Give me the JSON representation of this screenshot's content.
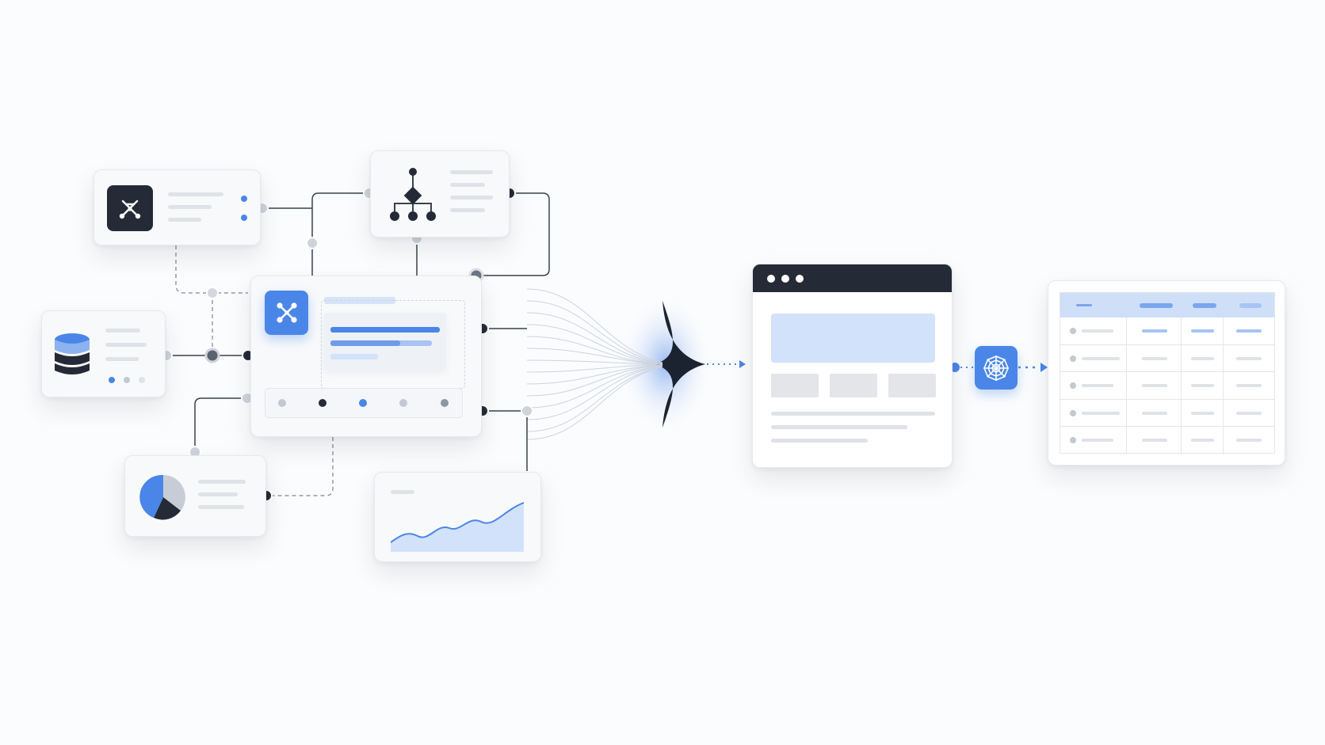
{
  "diagram": {
    "left_nodes": [
      {
        "name": "tools-card",
        "icon": "tools-icon"
      },
      {
        "name": "hierarchy-card",
        "icon": "hierarchy-icon"
      },
      {
        "name": "database-card",
        "icon": "database-icon"
      },
      {
        "name": "central-hub-card",
        "icon": "hub-icon"
      },
      {
        "name": "pie-chart-card",
        "icon": "pie-chart-icon"
      },
      {
        "name": "area-chart-card",
        "icon": "area-chart-icon"
      }
    ],
    "right_nodes": [
      {
        "name": "browser-window-card"
      },
      {
        "name": "web-node-tile",
        "icon": "web-icon"
      },
      {
        "name": "data-table-card",
        "rows": 5,
        "columns": 4
      }
    ],
    "colors": {
      "accent": "#4a86e8",
      "dark": "#252b36",
      "card": "#f8f9fb",
      "line": "#3a414d",
      "muted": "#dfe2e7"
    }
  }
}
